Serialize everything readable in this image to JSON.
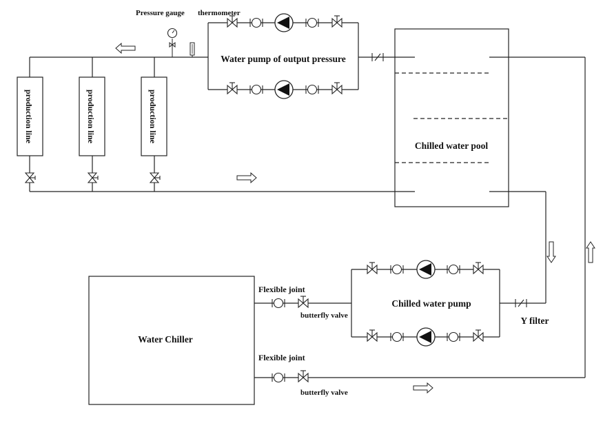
{
  "labels": {
    "pressure_gauge": "Pressure gauge",
    "thermometer": "thermometer",
    "output_pump": "Water pump of output pressure",
    "production_line": "production line",
    "pool": "Chilled water pool",
    "chiller": "Water Chiller",
    "flexible_joint": "Flexible joint",
    "butterfly_valve": "butterfly valve",
    "chilled_pump": "Chilled water pump",
    "y_filter": "Y filter"
  },
  "production_lines": [
    {
      "label": "production line"
    },
    {
      "label": "production line"
    },
    {
      "label": "production line"
    }
  ]
}
